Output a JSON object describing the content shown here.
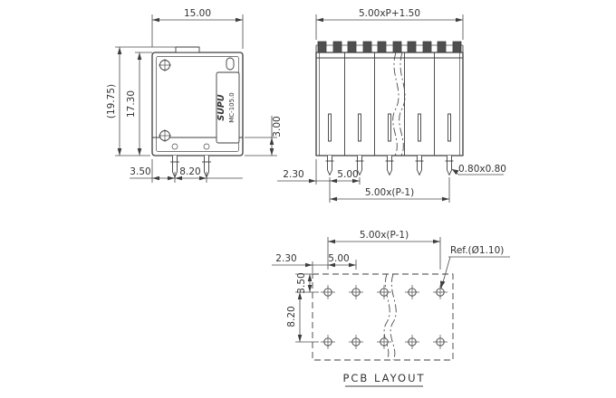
{
  "colors": {
    "line": "#3d3d3d",
    "text": "#333333",
    "background": "#ffffff",
    "tab_fill": "#4f4f4f"
  },
  "side_view": {
    "dim_width": "15.00",
    "dim_overall_height": "(19.75)",
    "dim_body_height": "17.30",
    "dim_base_height": "3.00",
    "dim_edge_to_pin": "3.50",
    "dim_pin_pitch": "8.20",
    "brand": "SUPU",
    "model": "MC-105.0"
  },
  "front_view": {
    "dim_overall_width": "5.00xP+1.50",
    "dim_edge_to_pin": "2.30",
    "dim_pin_pitch": "5.00",
    "dim_pin_size": "0.80x0.80",
    "dim_pin_span": "5.00x(P-1)"
  },
  "pcb_layout": {
    "title": "PCB LAYOUT",
    "dim_hole_span": "5.00x(P-1)",
    "dim_edge_to_hole": "2.30",
    "dim_hole_pitch": "5.00",
    "hole_ref": "Ref.(Ø1.10)",
    "dim_row_offset": "3.50",
    "dim_row_pitch": "8.20"
  }
}
